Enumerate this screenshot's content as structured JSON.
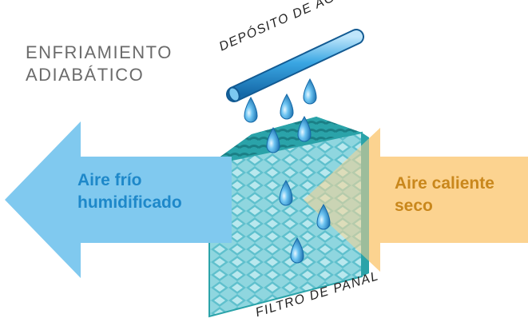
{
  "title": {
    "line1": "ENFRIAMIENTO",
    "line2": "ADIABÁTICO"
  },
  "labels": {
    "cold_air_line1": "Aire frío",
    "cold_air_line2": "humidificado",
    "hot_air_line1": "Aire caliente",
    "hot_air_line2": "seco",
    "water_deposit": "DEPÓSITO DE AGUA",
    "honeycomb_filter": "FILTRO DE PANAL"
  },
  "colors": {
    "cold_arrow": "#80c9ef",
    "hot_arrow": "#fcd390",
    "cold_text": "#1e88c9",
    "hot_text": "#c9871c",
    "filter": "#2aa3a9",
    "water": "#2f9bd8"
  },
  "icons": [
    "water-pipe",
    "water-drop",
    "honeycomb-filter",
    "arrow-left"
  ]
}
